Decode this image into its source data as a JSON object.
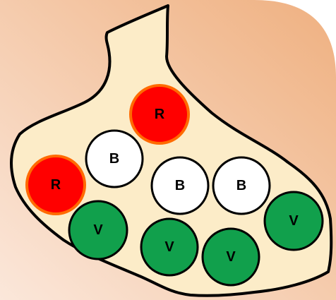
{
  "colors": {
    "background_top_right": "#efb080",
    "background_bottom_left": "#fbe7da",
    "bag_fill": "#fcecc8",
    "outline": "#000000",
    "red": "#ff0000",
    "red_stroke": "#ff6a00",
    "white": "#ffffff",
    "green": "#11a04c"
  },
  "balls": [
    {
      "id": "red-1",
      "label": "R",
      "color": "red"
    },
    {
      "id": "white-1",
      "label": "B",
      "color": "white"
    },
    {
      "id": "red-2",
      "label": "R",
      "color": "red"
    },
    {
      "id": "white-2",
      "label": "B",
      "color": "white"
    },
    {
      "id": "white-3",
      "label": "B",
      "color": "white"
    },
    {
      "id": "green-1",
      "label": "V",
      "color": "green"
    },
    {
      "id": "green-2",
      "label": "V",
      "color": "green"
    },
    {
      "id": "green-3",
      "label": "V",
      "color": "green"
    },
    {
      "id": "green-4",
      "label": "V",
      "color": "green"
    }
  ]
}
